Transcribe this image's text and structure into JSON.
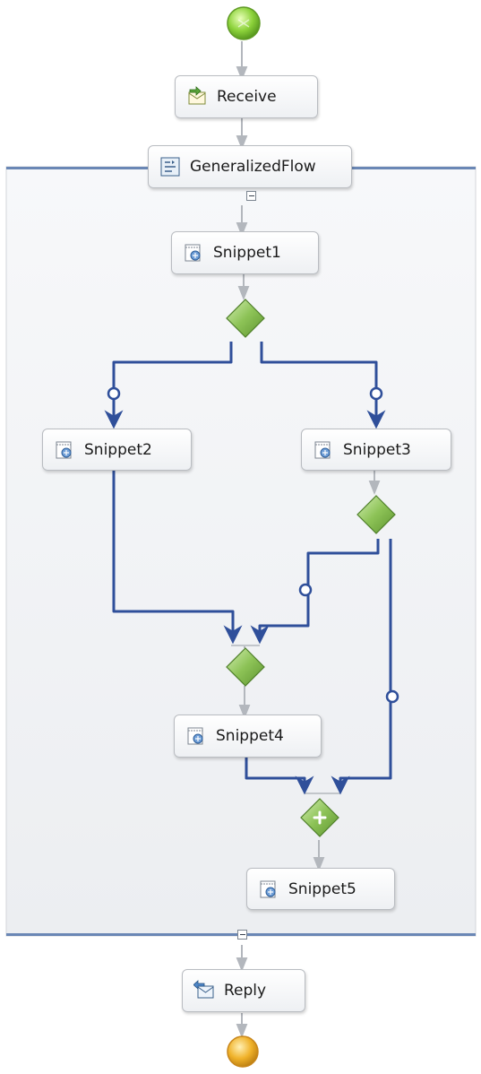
{
  "diagram": {
    "activities": {
      "receive": {
        "label": "Receive",
        "icon": "receive-icon"
      },
      "generalized_flow": {
        "label": "GeneralizedFlow",
        "icon": "generalized-flow-icon"
      },
      "snippet1": {
        "label": "Snippet1",
        "icon": "snippet-icon"
      },
      "snippet2": {
        "label": "Snippet2",
        "icon": "snippet-icon"
      },
      "snippet3": {
        "label": "Snippet3",
        "icon": "snippet-icon"
      },
      "snippet4": {
        "label": "Snippet4",
        "icon": "snippet-icon"
      },
      "snippet5": {
        "label": "Snippet5",
        "icon": "snippet-icon"
      },
      "reply": {
        "label": "Reply",
        "icon": "reply-icon"
      }
    },
    "colors": {
      "start": "#8cd23a",
      "end": "#f0b22a",
      "link": "#2f4f9a",
      "gateway": "#8cc256",
      "connector": "#b3b7bd",
      "scope_bar": "#6a87b5"
    }
  }
}
